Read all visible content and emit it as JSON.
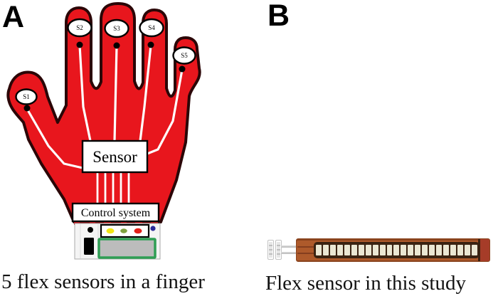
{
  "panel_a": {
    "label": "A",
    "caption": "5 flex sensors in a finger",
    "sensor_box_label": "Sensor",
    "control_box_label": "Control system",
    "fingertip_sensors": [
      {
        "id": "S1"
      },
      {
        "id": "S2"
      },
      {
        "id": "S3"
      },
      {
        "id": "S4"
      },
      {
        "id": "S5"
      }
    ]
  },
  "panel_b": {
    "label": "B",
    "caption": "Flex sensor in this study",
    "segment_count": 23
  },
  "colors": {
    "hand_red": "#e8161d",
    "outline_dark": "#2b0607",
    "wire_white": "#ffffff",
    "band_red": "#d8141c",
    "band_dash": "#8c0d12",
    "led_yellow": "#f2e515",
    "led_green": "#7fa13f",
    "led_red": "#e22019",
    "indicator_blue": "#2a2a99",
    "lcd_frame_green": "#2f9e54",
    "lcd_screen_gray": "#bcbcbc",
    "strip_copper": "#ae5a2b",
    "strip_frame": "#3a2312",
    "segment_cream": "#ebe7d3",
    "end_cap_red": "#a63c28"
  }
}
